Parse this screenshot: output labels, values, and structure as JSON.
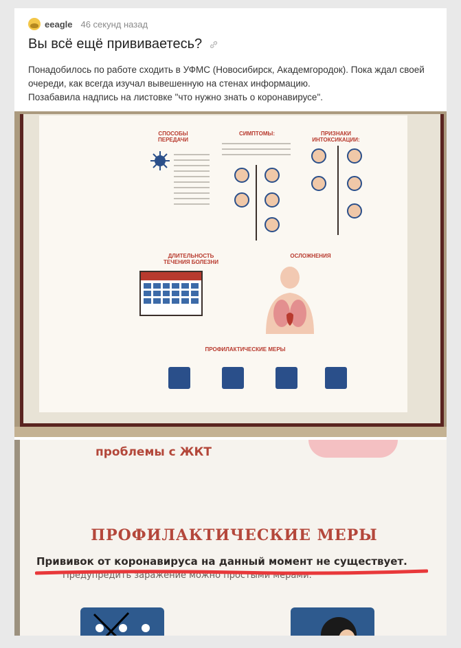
{
  "post": {
    "author": "eeagle",
    "time": "46 секунд назад",
    "title": "Вы всё ещё прививаетесь?",
    "text": [
      "Понадобилось по работе сходить в УФМС (Новосибирск, Академгородок). Пока ждал своей",
      "очереди, как всегда изучал вывешенную на стенах информацию.",
      "Позабавила надпись на листовке \"что нужно знать о коронавирусе\"."
    ]
  },
  "poster": {
    "ways": "СПОСОБЫ ПЕРЕДАЧИ",
    "symptoms": "СИМПТОМЫ:",
    "intox": "ПРИЗНАКИ ИНТОКСИКАЦИИ:",
    "duration": "ДЛИТЕЛЬНОСТЬ ТЕЧЕНИЯ БОЛЕЗНИ",
    "complications": "ОСЛОЖНЕНИЯ",
    "prevention": "ПРОФИЛАКТИЧЕСКИЕ МЕРЫ"
  },
  "closeup": {
    "small": "проблемы с ЖКТ",
    "heading": "ПРОФИЛАКТИЧЕСКИЕ МЕРЫ",
    "line1": "Прививок от коронавируса на данный момент не существует.",
    "line2": "Предупредить заражение можно простыми мерами:"
  },
  "colors": {
    "accent_red": "#b83a2e",
    "strike": "#e8383a",
    "icon_blue": "#2e5a8e"
  }
}
